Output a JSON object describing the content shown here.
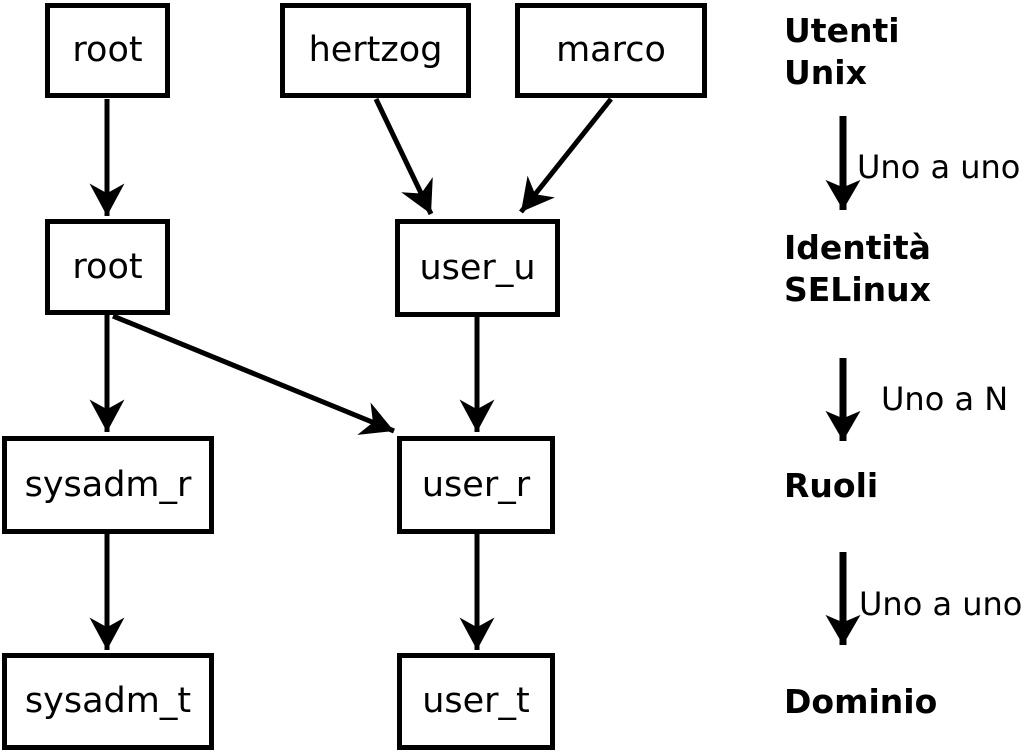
{
  "colors": {
    "ink": "#000000",
    "paper": "#ffffff"
  },
  "diagram": {
    "nodes": [
      {
        "id": "unix-root",
        "label": "root"
      },
      {
        "id": "unix-hertzog",
        "label": "hertzog"
      },
      {
        "id": "unix-marco",
        "label": "marco"
      },
      {
        "id": "selinux-root",
        "label": "root"
      },
      {
        "id": "selinux-user-u",
        "label": "user_u"
      },
      {
        "id": "role-sysadm-r",
        "label": "sysadm_r"
      },
      {
        "id": "role-user-r",
        "label": "user_r"
      },
      {
        "id": "domain-sysadm-t",
        "label": "sysadm_t"
      },
      {
        "id": "domain-user-t",
        "label": "user_t"
      }
    ],
    "edges": [
      {
        "from": "unix-root",
        "to": "selinux-root"
      },
      {
        "from": "unix-hertzog",
        "to": "selinux-user-u"
      },
      {
        "from": "unix-marco",
        "to": "selinux-user-u"
      },
      {
        "from": "selinux-root",
        "to": "role-sysadm-r"
      },
      {
        "from": "selinux-root",
        "to": "role-user-r"
      },
      {
        "from": "selinux-user-u",
        "to": "role-user-r"
      },
      {
        "from": "role-sysadm-r",
        "to": "domain-sysadm-t"
      },
      {
        "from": "role-user-r",
        "to": "domain-user-t"
      }
    ]
  },
  "legend": {
    "levels": [
      {
        "name": "utenti-unix",
        "lines": [
          "Utenti",
          "Unix"
        ]
      },
      {
        "name": "identita-selinux",
        "lines": [
          "Identità",
          "SELinux"
        ]
      },
      {
        "name": "ruoli",
        "lines": [
          "Ruoli"
        ]
      },
      {
        "name": "dominio",
        "lines": [
          "Dominio"
        ]
      }
    ],
    "relations": [
      {
        "label": "Uno a uno"
      },
      {
        "label": "Uno a N"
      },
      {
        "label": "Uno a uno"
      }
    ]
  }
}
